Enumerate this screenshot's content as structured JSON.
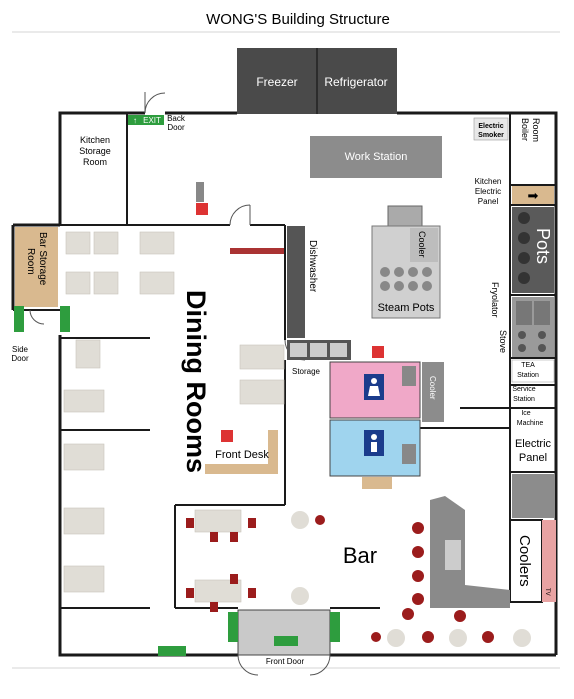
{
  "title": "WONG'S Building Structure",
  "labels": {
    "freezer": "Freezer",
    "refrigerator": "Refrigerator",
    "back_door": [
      "Back",
      "Door"
    ],
    "kitchen_storage": [
      "Kitchen",
      "Storage",
      "Room"
    ],
    "work_station": "Work Station",
    "electric_smoker": [
      "Electric",
      "Smoker"
    ],
    "boiler_room": [
      "Boiler",
      "Room"
    ],
    "kitchen_electric_panel": [
      "Kitchen",
      "Electric",
      "Panel"
    ],
    "pots": "Pots",
    "cooler_small": "Cooler",
    "steam_pots": "Steam Pots",
    "dishwasher": "Dishwasher",
    "fryolator_stove": [
      "Fryolator",
      "Stove"
    ],
    "bar_storage": [
      "Bar Storage",
      "Room"
    ],
    "side_door": [
      "Side",
      "Door"
    ],
    "dining_rooms": "Dining Rooms",
    "storage": "Storage",
    "cooler_restroom": "Cooler",
    "tea_station": [
      "TEA",
      "Station"
    ],
    "service_station": [
      "Service",
      "Station"
    ],
    "ice_machine": [
      "Ice",
      "Machine"
    ],
    "electric_panel": [
      "Electric",
      "Panel"
    ],
    "front_desk": "Front Desk",
    "bar": "Bar",
    "coolers": "Coolers",
    "tv": "TV",
    "front_door": "Front Door",
    "exit": "EXIT"
  },
  "colors": {
    "wall": "#1a1a1a",
    "dark_equipment": "#4a4a4a",
    "gray_equipment": "#8c8c8c",
    "table": "#e0ddd6",
    "wood": "#d9b98f",
    "womens_restroom": "#f0a8c8",
    "mens_restroom": "#9fd4ee",
    "chair": "#9b1c1c",
    "exit_sign": "#2e9d3e",
    "bar_counter": "#8a8a8a"
  },
  "icons": [
    "exit-sign-icon",
    "restroom-woman-icon",
    "restroom-man-icon",
    "fire-extinguisher-icon",
    "arrow-right-icon",
    "door-swing-icon"
  ]
}
